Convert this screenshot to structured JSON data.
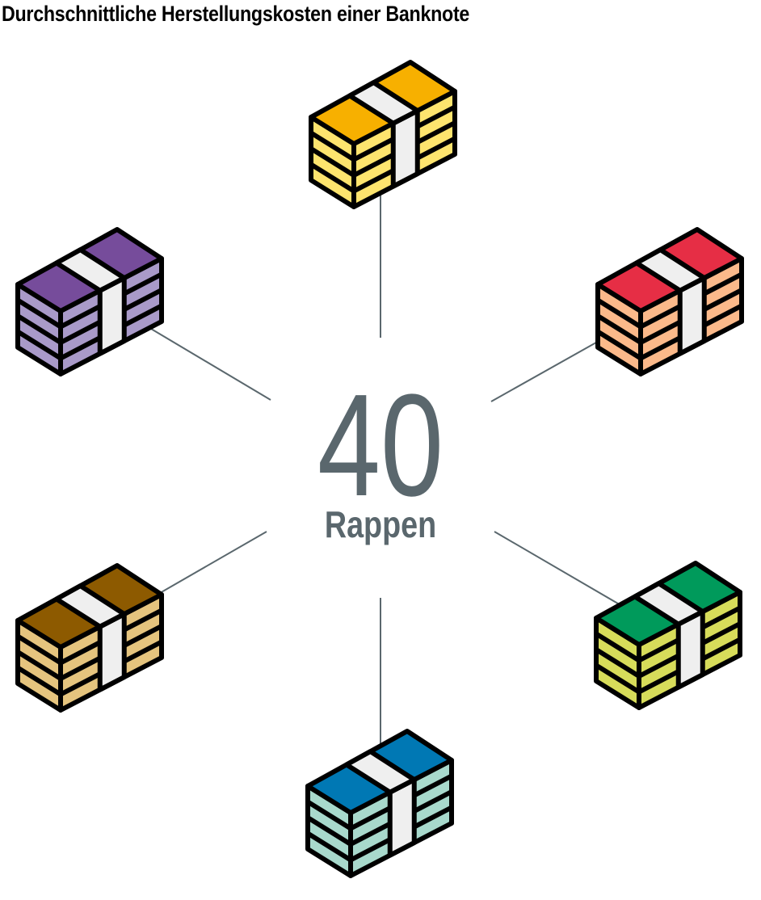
{
  "title": "Durchschnittliche Herstellungskosten einer Banknote",
  "center": {
    "value": "40",
    "unit": "Rappen"
  },
  "colors": {
    "text": "#5a676d",
    "line": "#5a676d",
    "outline": "#000000",
    "band": "#efefef"
  },
  "stacks": [
    {
      "name": "yellow",
      "top": "#f7b000",
      "side": "#fde46e"
    },
    {
      "name": "purple",
      "top": "#764c9b",
      "side": "#a99ac9"
    },
    {
      "name": "red",
      "top": "#e62e45",
      "side": "#fbb98a"
    },
    {
      "name": "brown",
      "top": "#8d5a00",
      "side": "#e5c47e"
    },
    {
      "name": "green",
      "top": "#009a5b",
      "side": "#d7dc5a"
    },
    {
      "name": "blue",
      "top": "#0078b4",
      "side": "#a8d9cc"
    }
  ]
}
